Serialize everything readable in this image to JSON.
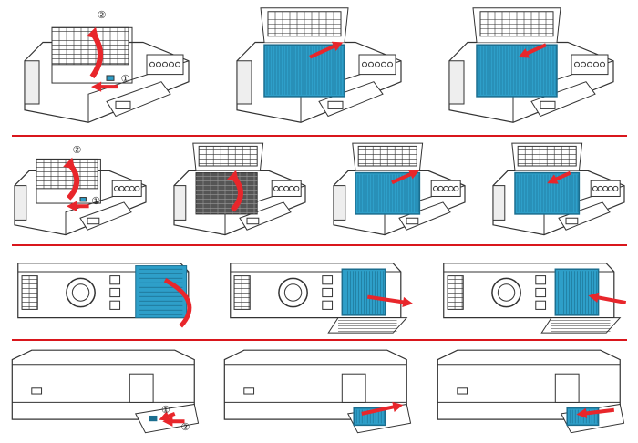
{
  "colors": {
    "divider": "#d9161c",
    "arrow": "#e8262b",
    "filter": "#2e9fc9",
    "filter_dark": "#1b6e8f",
    "line": "#333333"
  },
  "rows": [
    {
      "kind": "ceiling-large",
      "panels": [
        {
          "state": "closed",
          "steps": [
            "②",
            "①"
          ]
        },
        {
          "state": "open-remove"
        },
        {
          "state": "open-insert"
        }
      ]
    },
    {
      "kind": "ceiling-small",
      "panels": [
        {
          "state": "closed",
          "steps": [
            "②",
            "①"
          ]
        },
        {
          "state": "open-empty"
        },
        {
          "state": "open-remove"
        },
        {
          "state": "open-insert"
        }
      ]
    },
    {
      "kind": "table",
      "panels": [
        {
          "state": "cover-open"
        },
        {
          "state": "remove"
        },
        {
          "state": "insert"
        }
      ]
    },
    {
      "kind": "flat",
      "panels": [
        {
          "state": "closed",
          "steps": [
            "①",
            "②"
          ]
        },
        {
          "state": "remove"
        },
        {
          "state": "insert"
        }
      ]
    }
  ]
}
